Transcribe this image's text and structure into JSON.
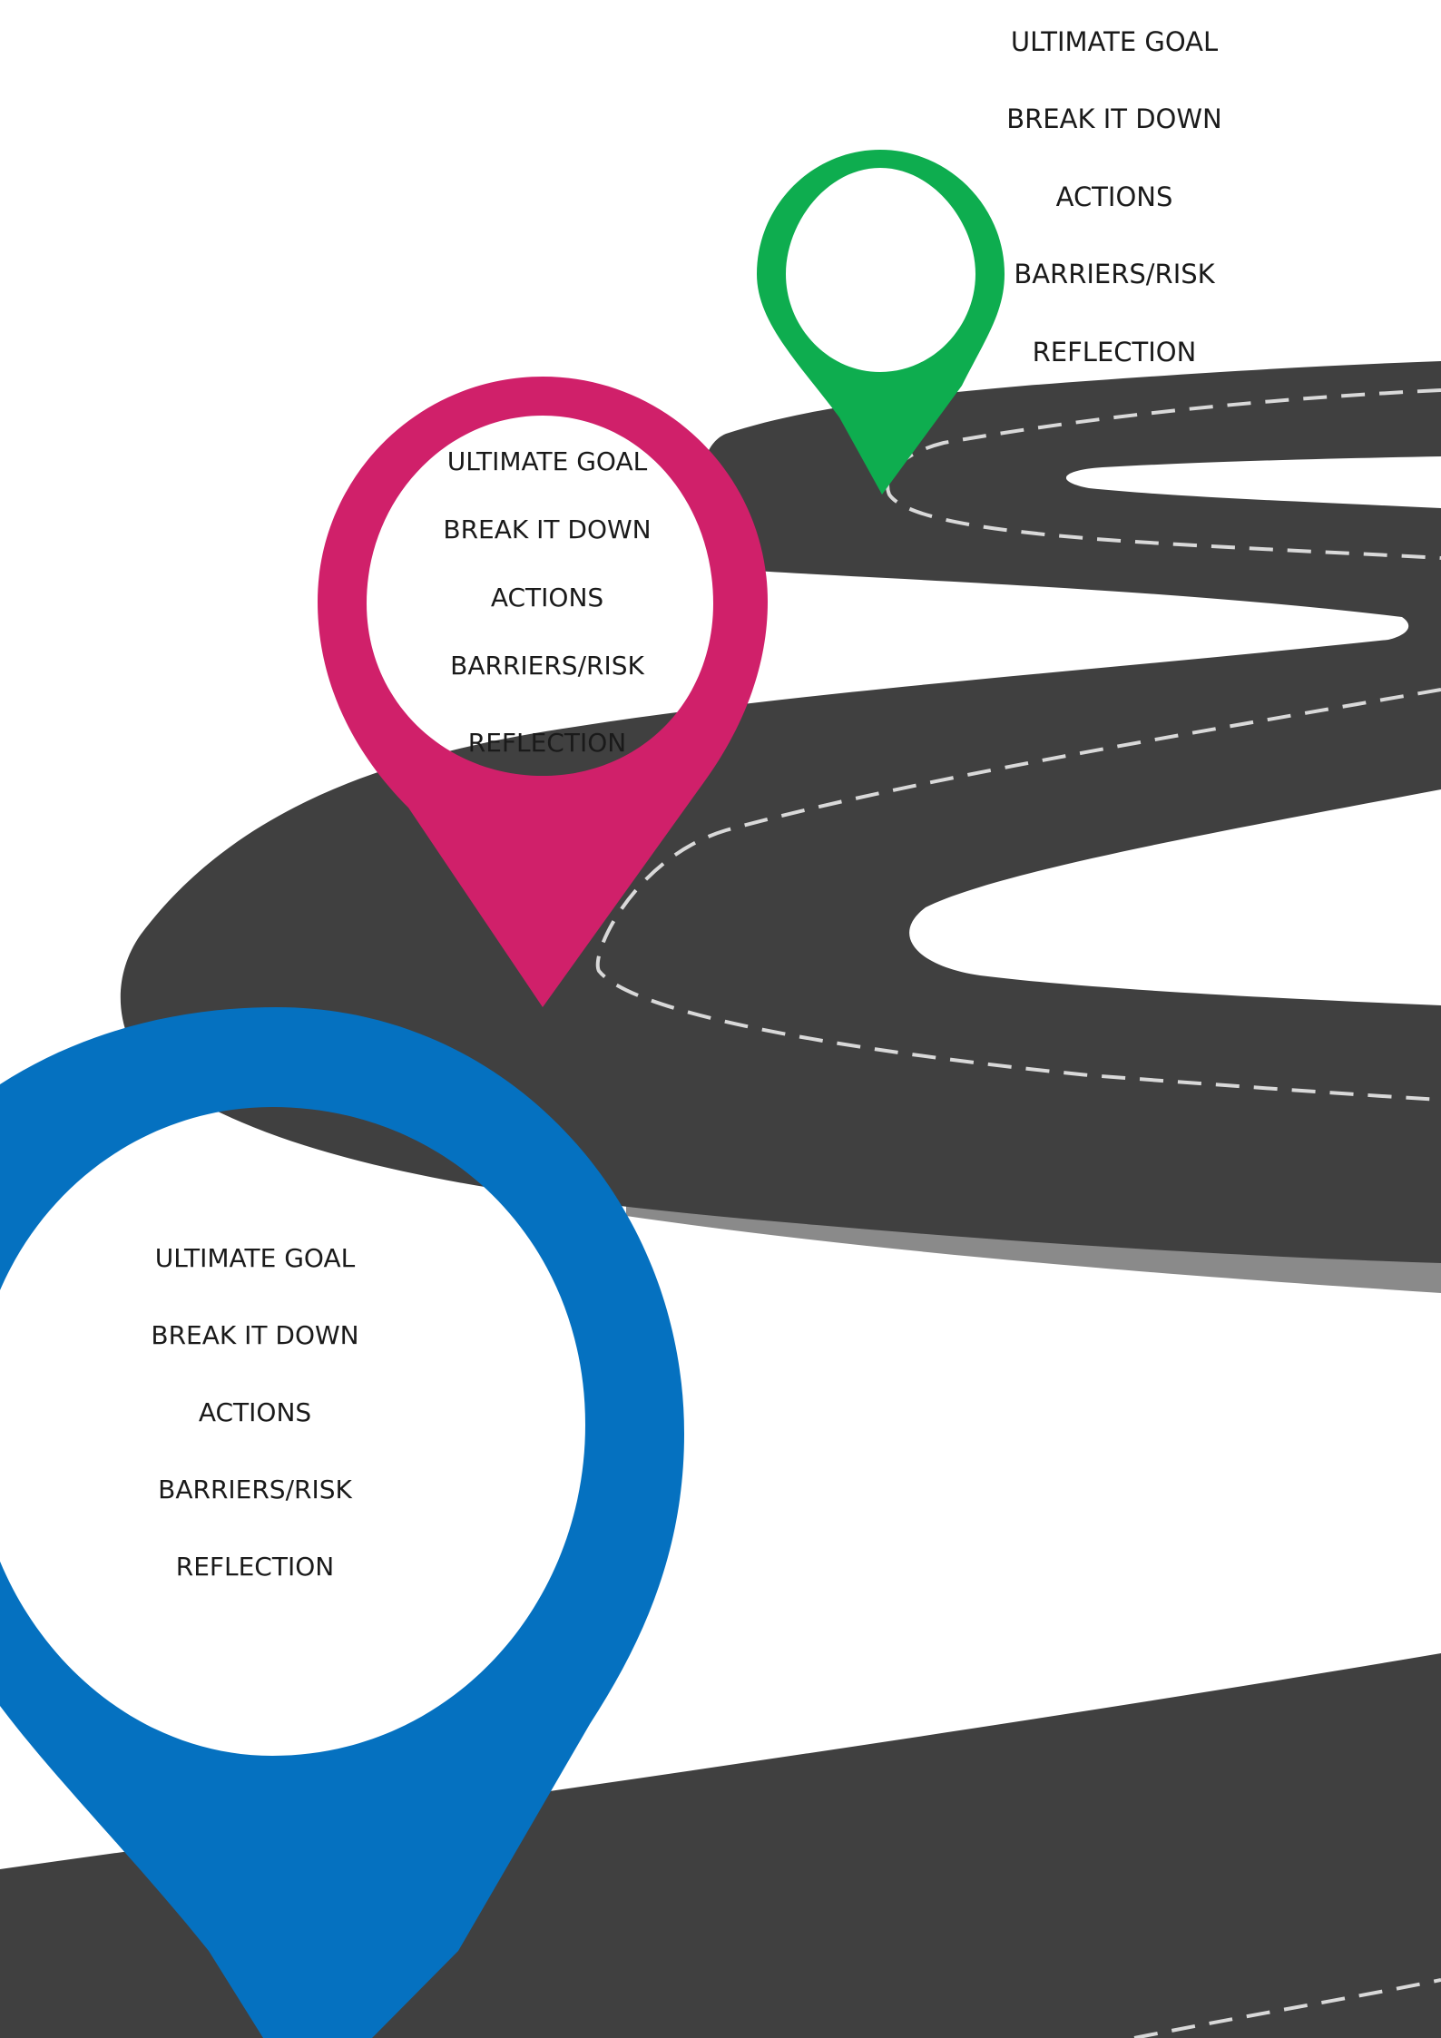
{
  "colors": {
    "road": "#404040",
    "road_edge": "#8a8a8a",
    "dash": "#d9d9d9",
    "background": "#ffffff",
    "pin_green": "#0ead4f",
    "pin_pink": "#d0206a",
    "pin_blue": "#0571c0"
  },
  "pins": {
    "green": {
      "icon": "map-pin-icon",
      "labels": [
        "ULTIMATE GOAL",
        "BREAK IT DOWN",
        "ACTIONS",
        "BARRIERS/RISK",
        "REFLECTION"
      ]
    },
    "pink": {
      "icon": "map-pin-icon",
      "labels": [
        "ULTIMATE GOAL",
        "BREAK IT DOWN",
        "ACTIONS",
        "BARRIERS/RISK",
        "REFLECTION"
      ]
    },
    "blue": {
      "icon": "map-pin-icon",
      "labels": [
        "ULTIMATE GOAL",
        "BREAK IT DOWN",
        "ACTIONS",
        "BARRIERS/RISK",
        "REFLECTION"
      ]
    }
  }
}
